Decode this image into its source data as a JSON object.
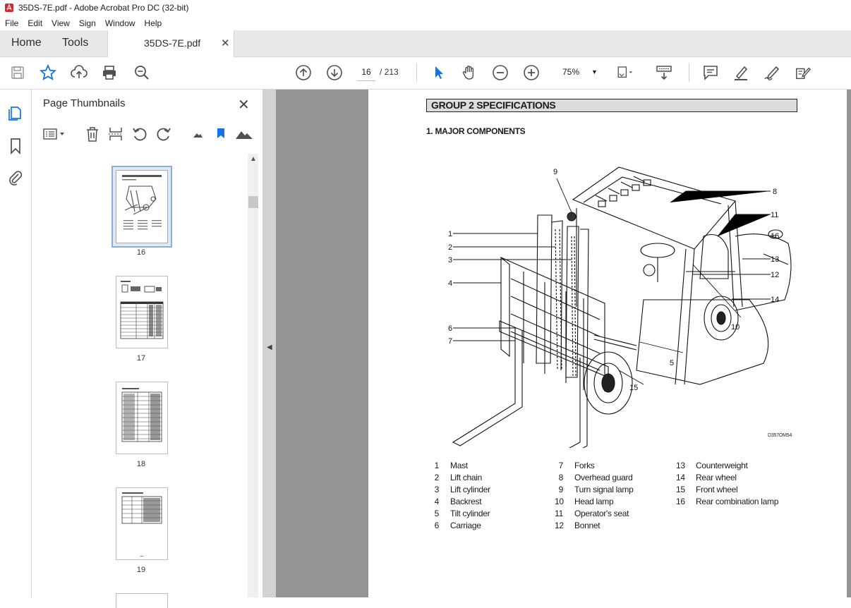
{
  "window": {
    "title": "35DS-7E.pdf - Adobe Acrobat Pro DC (32-bit)"
  },
  "menu": [
    "File",
    "Edit",
    "View",
    "Sign",
    "Window",
    "Help"
  ],
  "tabs": {
    "home": "Home",
    "tools": "Tools",
    "document": "35DS-7E.pdf"
  },
  "toolbar": {
    "current_page": "16",
    "page_separator": "/",
    "total_pages": "213",
    "zoom": "75%",
    "icons": [
      "save-icon",
      "star-icon",
      "upload-icon",
      "print-icon",
      "search-icon",
      "arrow-up-icon",
      "arrow-down-icon",
      "select-cursor-icon",
      "hand-icon",
      "zoom-out-icon",
      "zoom-in-icon",
      "page-fit-icon",
      "scroll-mode-icon",
      "comment-icon",
      "highlight-icon",
      "sign-icon",
      "fill-sign-icon"
    ]
  },
  "left_rail": {
    "icons": [
      "pages-icon",
      "bookmark-icon",
      "attachment-icon"
    ]
  },
  "panel": {
    "title": "Page Thumbnails",
    "thumbnails": [
      {
        "page": "16",
        "selected": true
      },
      {
        "page": "17",
        "selected": false
      },
      {
        "page": "18",
        "selected": false
      },
      {
        "page": "19",
        "selected": false
      }
    ]
  },
  "document": {
    "group_title": "GROUP 2  SPECIFICATIONS",
    "section_title": "1. MAJOR COMPONENTS",
    "figure_code": "D357OM54",
    "callouts": [
      "1",
      "2",
      "3",
      "4",
      "5",
      "6",
      "7",
      "8",
      "9",
      "10",
      "11",
      "12",
      "13",
      "14",
      "15",
      "16"
    ],
    "components": [
      {
        "num": "1",
        "label": "Mast"
      },
      {
        "num": "2",
        "label": "Lift chain"
      },
      {
        "num": "3",
        "label": "Lift cylinder"
      },
      {
        "num": "4",
        "label": "Backrest"
      },
      {
        "num": "5",
        "label": "Tilt cylinder"
      },
      {
        "num": "6",
        "label": "Carriage"
      },
      {
        "num": "7",
        "label": "Forks"
      },
      {
        "num": "8",
        "label": "Overhead guard"
      },
      {
        "num": "9",
        "label": "Turn signal lamp"
      },
      {
        "num": "10",
        "label": "Head lamp"
      },
      {
        "num": "11",
        "label": "Operator's seat"
      },
      {
        "num": "12",
        "label": "Bonnet"
      },
      {
        "num": "13",
        "label": "Counterweight"
      },
      {
        "num": "14",
        "label": "Rear wheel"
      },
      {
        "num": "15",
        "label": "Front wheel"
      },
      {
        "num": "16",
        "label": "Rear combination lamp"
      }
    ]
  }
}
